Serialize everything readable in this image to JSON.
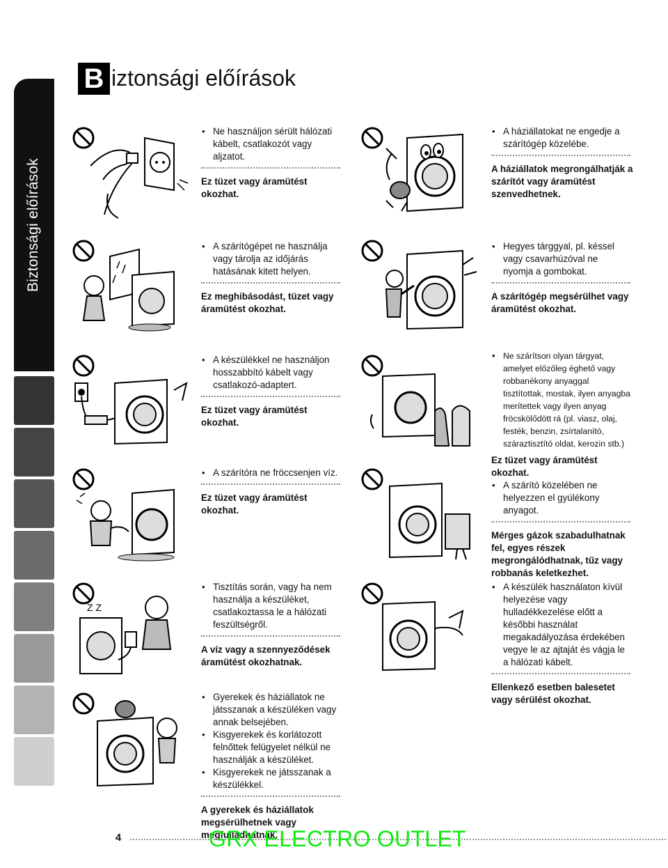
{
  "side_tab": {
    "label": "Biztonsági előírások"
  },
  "title": {
    "initial": "B",
    "rest": "iztonsági előírások"
  },
  "page_number": "4",
  "brand": "GRX ELECTRO OUTLET",
  "sections": {
    "s1": {
      "bullets": [
        "Ne használjon sérült hálózati kábelt, csatlakozót vagy aljzatot."
      ],
      "warning": "Ez tüzet vagy áramütést okozhat."
    },
    "s2": {
      "bullets": [
        "A háziállatokat ne engedje a szárítógép közelébe."
      ],
      "warning": "A háziállatok megrongálhatják a szárítót vagy áramütést szenvedhetnek."
    },
    "s3": {
      "bullets": [
        "A szárítógépet ne használja vagy tárolja az időjárás hatásának kitett helyen."
      ],
      "warning": "Ez meghibásodást, tüzet vagy áramütést okozhat."
    },
    "s4": {
      "bullets": [
        "Hegyes tárggyal, pl. késsel vagy csavarhúzóval ne nyomja a gombokat."
      ],
      "warning": "A szárítógép megsérülhet vagy áramütést okozhat."
    },
    "s5": {
      "bullets": [
        "A készülékkel ne használjon hosszabbító kábelt vagy csatlakozó-adaptert."
      ],
      "warning": "Ez tüzet vagy áramütést okozhat."
    },
    "s6": {
      "bullet1": "Ne szárítson olyan tárgyat, amelyet előzőleg éghető vagy robbanékony anyaggal tisztítottak, mostak, ilyen anyagba merítettek vagy ilyen anyag fröcskölődött rá (pl. viasz, olaj, festék, benzin, zsírtalanító, száraztisztító oldat, kerozin stb.)",
      "warning1": "Ez tüzet vagy áramütést okozhat.",
      "bullet2": "A szárító közelében ne helyezzen el gyúlékony anyagot.",
      "warning2": "Mérges gázok szabadulhatnak fel, egyes részek megrongálódhatnak, tűz vagy robbanás keletkezhet."
    },
    "s7": {
      "bullets": [
        "A szárítóra ne fröccsenjen víz."
      ],
      "warning": "Ez tüzet vagy áramütést okozhat."
    },
    "s8": {
      "bullets": [
        "Tisztítás során, vagy ha nem használja a készüléket, csatlakoztassa le a hálózati feszültségről."
      ],
      "warning": "A víz vagy a szennyeződések áramütést okozhatnak."
    },
    "s9": {
      "bullets": [
        "A készülék használaton kívül helyezése vagy hulladékkezelése előtt a későbbi használat megakadályozása érdekében vegye le az ajtaját és vágja le a hálózati kábelt."
      ],
      "warning": "Ellenkező esetben balesetet vagy sérülést okozhat."
    },
    "s10": {
      "bullets": [
        "Gyerekek és háziállatok ne játsszanak a készüléken vagy annak belsejében.",
        "Kisgyerekek és korlátozott felnőttek felügyelet nélkül ne használják a készüléket.",
        "Kisgyerekek ne játsszanak a készülékkel."
      ],
      "warning": "A gyerekek és háziállatok megsérülhetnek vagy megfulladhatnak."
    }
  },
  "colors": {
    "brand_green": "#0eea0e",
    "tab_dark": "#111111"
  }
}
